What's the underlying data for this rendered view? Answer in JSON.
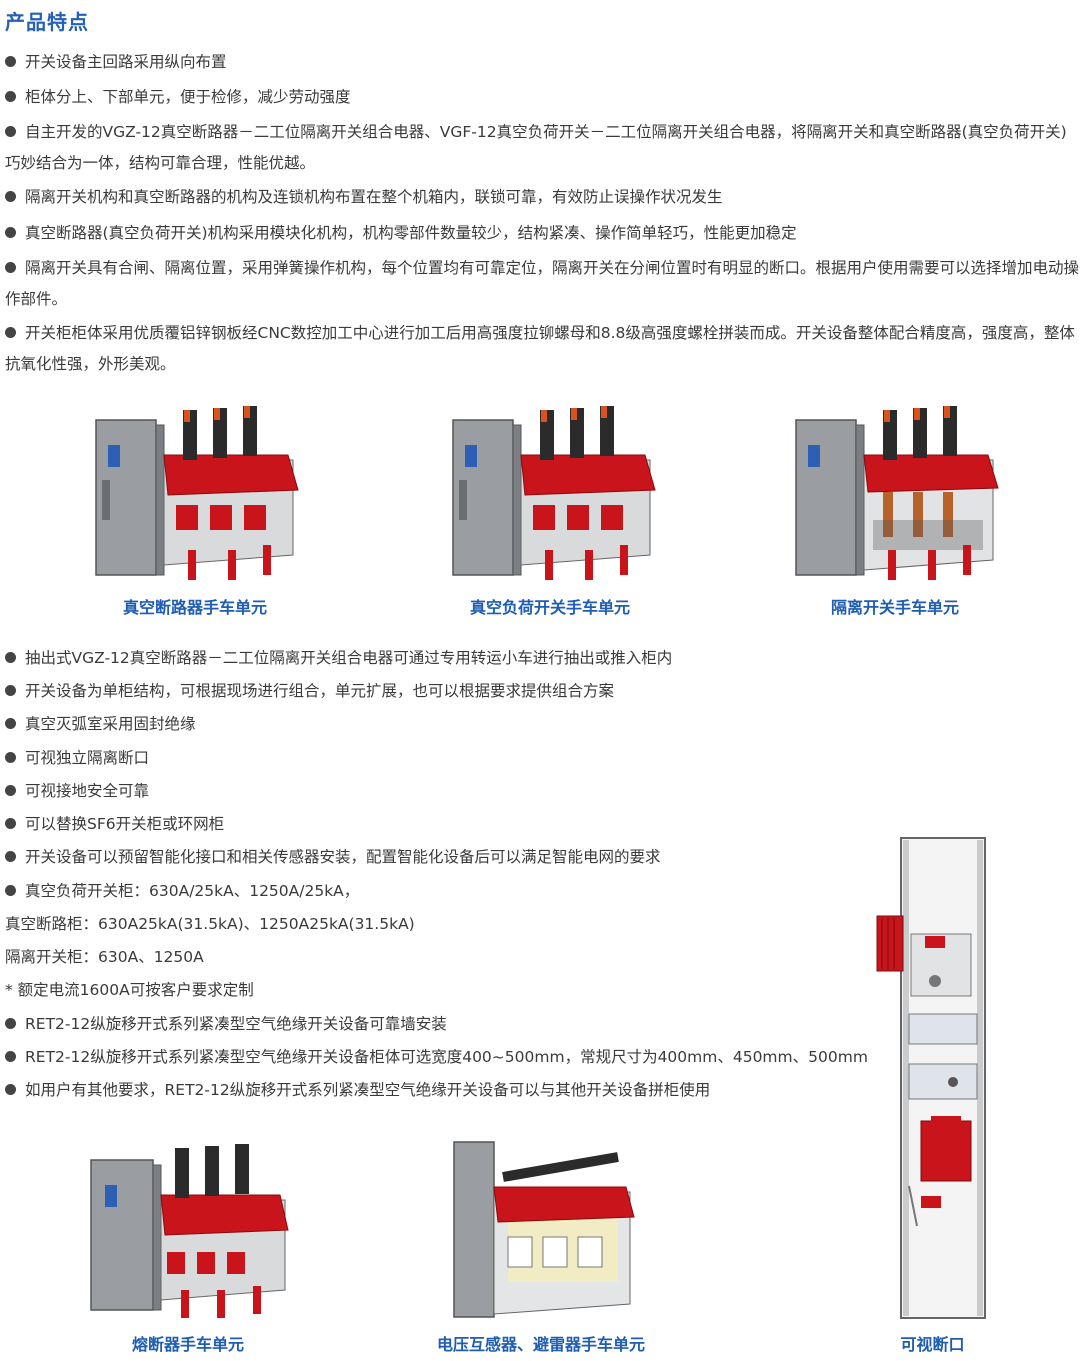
{
  "section_title": "产品特点",
  "features_top": [
    "开关设备主回路采用纵向布置",
    "柜体分上、下部单元，便于检修，减少劳动强度",
    "自主开发的VGZ-12真空断路器－二工位隔离开关组合电器、VGF-12真空负荷开关－二工位隔离开关组合电器，将隔离开关和真空断路器(真空负荷开关)巧妙结合为一体，结构可靠合理，性能优越。",
    "隔离开关机构和真空断路器的机构及连锁机构布置在整个机箱内，联锁可靠，有效防止误操作状况发生",
    "真空断路器(真空负荷开关)机构采用模块化机构，机构零部件数量较少，结构紧凑、操作简单轻巧，性能更加稳定",
    "隔离开关具有合闸、隔离位置，采用弹簧操作机构，每个位置均有可靠定位，隔离开关在分闸位置时有明显的断口。根据用户使用需要可以选择增加电动操作部件。",
    "开关柜柜体采用优质覆铝锌钢板经CNC数控加工中心进行加工后用高强度拉铆螺母和8.8级高强度螺栓拼装而成。开关设备整体配合精度高，强度高，整体抗氧化性强，外形美观。"
  ],
  "captions_row1": [
    "真空断路器手车单元",
    "真空负荷开关手车单元",
    "隔离开关手车单元"
  ],
  "features_bottom": [
    "抽出式VGZ-12真空断路器－二工位隔离开关组合电器可通过专用转运小车进行抽出或推入柜内",
    "开关设备为单柜结构，可根据现场进行组合，单元扩展，也可以根据要求提供组合方案",
    "真空灭弧室采用固封绝缘",
    "可视独立隔离断口",
    "可视接地安全可靠",
    "可以替换SF6开关柜或环网柜",
    "开关设备可以预留智能化接口和相关传感器安装，配置智能化设备后可以满足智能电网的要求",
    "真空负荷开关柜：630A/25kA、1250A/25kA，"
  ],
  "ratings": [
    "真空断路柜：630A25kA(31.5kA)、1250A25kA(31.5kA)",
    "隔离开关柜：630A、1250A",
    "* 额定电流1600A可按客户要求定制"
  ],
  "features_ret": [
    "RET2-12纵旋移开式系列紧凑型空气绝缘开关设备可靠墙安装",
    "RET2-12纵旋移开式系列紧凑型空气绝缘开关设备柜体可选宽度400~500mm，常规尺寸为400mm、450mm、500mm",
    "如用户有其他要求，RET2-12纵旋移开式系列紧凑型空气绝缘开关设备可以与其他开关设备拼柜使用"
  ],
  "captions_row2": [
    "熔断器手车单元",
    "电压互感器、避雷器手车单元",
    "可视断口"
  ],
  "colors": {
    "title": "#2460b8",
    "caption": "#1f5db3",
    "insulator_red": "#c8141a",
    "steel": "#9a9ea3"
  }
}
